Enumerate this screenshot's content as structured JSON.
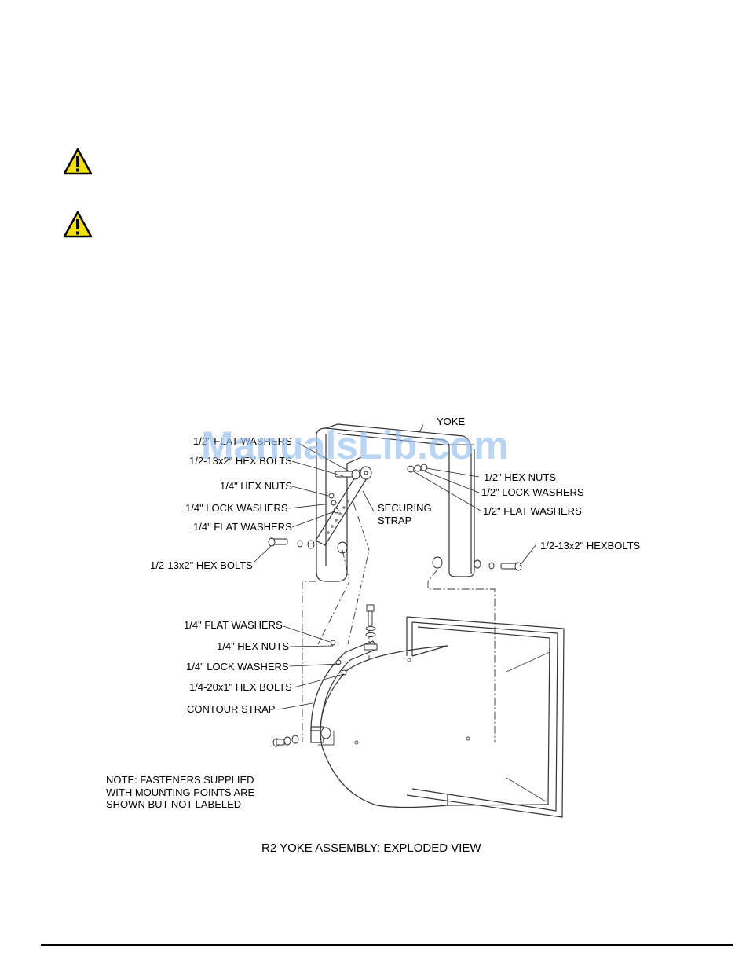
{
  "watermark": "ManualsLib.com",
  "icons": {
    "warning_1": "warning-triangle-icon",
    "warning_2": "warning-triangle-icon"
  },
  "colors": {
    "warning_fill": "#f5e000",
    "watermark": "#9ec3ee"
  },
  "diagram": {
    "labels": {
      "yoke": "YOKE",
      "flat_washers_half_top": "1/2\" FLAT WASHERS",
      "hex_bolts_half_top": "1/2-13x2\" HEX BOLTS",
      "hex_nuts_quarter_top": "1/4\" HEX NUTS",
      "lock_washers_quarter_top": "1/4\" LOCK WASHERS",
      "flat_washers_quarter_top": "1/4\" FLAT WASHERS",
      "securing_strap_1": "SECURING",
      "securing_strap_2": "STRAP",
      "hex_bolts_half_left": "1/2-13x2\" HEX BOLTS",
      "hex_nuts_half_right": "1/2\" HEX NUTS",
      "lock_washers_half_right": "1/2\" LOCK WASHERS",
      "flat_washers_half_right": "1/2\" FLAT WASHERS",
      "hexbolts_half_right": "1/2-13x2\" HEXBOLTS",
      "flat_washers_quarter_low": "1/4\" FLAT WASHERS",
      "hex_nuts_quarter_low": "1/4\" HEX NUTS",
      "lock_washers_quarter_low": "1/4\" LOCK WASHERS",
      "hex_bolts_quarter_low": "1/4-20x1\" HEX BOLTS",
      "contour_strap": "CONTOUR STRAP"
    },
    "note": [
      "NOTE: FASTENERS SUPPLIED",
      "WITH MOUNTING POINTS ARE",
      "SHOWN BUT NOT LABELED"
    ],
    "caption": "R2 YOKE ASSEMBLY: EXPLODED VIEW"
  }
}
